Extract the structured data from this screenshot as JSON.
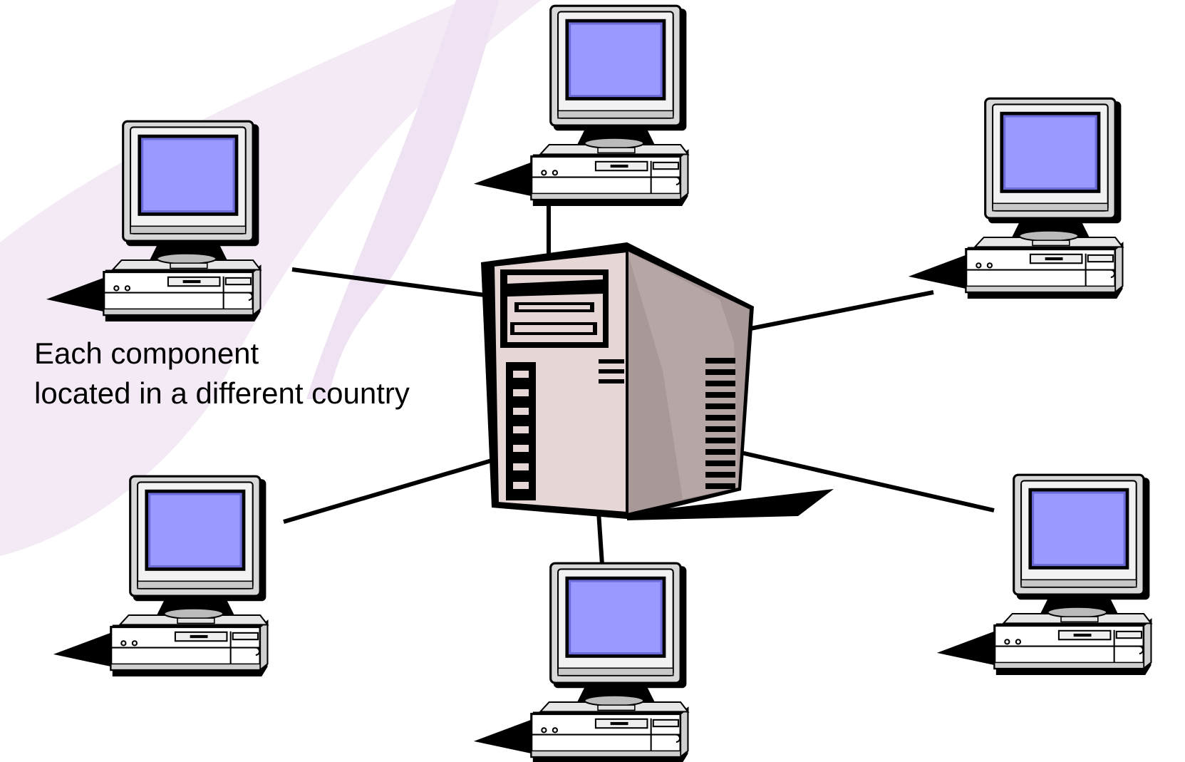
{
  "caption": {
    "line1": "Each component",
    "line2": "located in a different country"
  },
  "colors": {
    "background": "#ffffff",
    "swoosh": "#f3eaf6",
    "screen": "#9999ff",
    "screen_edge": "#6b6bd9",
    "monitor_body": "#d8d8d8",
    "server_front": "#e6d6d6",
    "server_side": "#a89898",
    "outline": "#000000"
  },
  "diagram": {
    "server": "server-tower-icon",
    "client_icon": "desktop-computer-icon",
    "clients": [
      {
        "id": "client-top"
      },
      {
        "id": "client-top-left"
      },
      {
        "id": "client-top-right"
      },
      {
        "id": "client-bottom-left"
      },
      {
        "id": "client-bottom"
      },
      {
        "id": "client-bottom-right"
      }
    ],
    "topology": "star"
  }
}
